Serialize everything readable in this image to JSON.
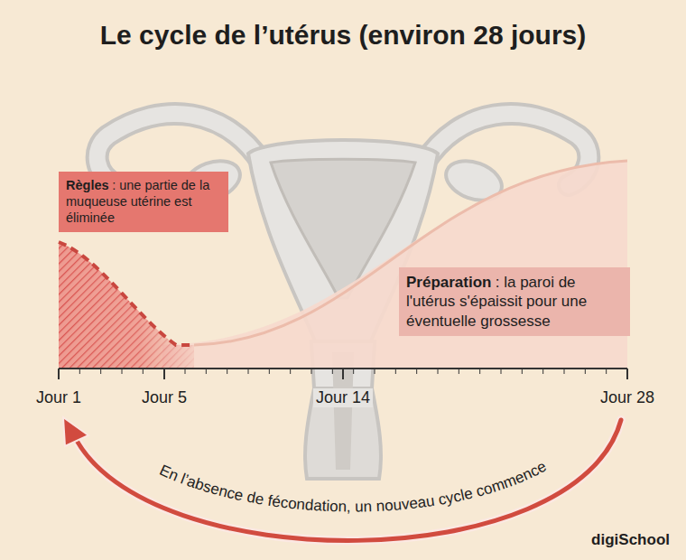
{
  "diagram": {
    "title": "Le cycle de l’utérus (environ 28 jours)",
    "nodes": [
      {
        "text": [
          "Règles",
          ": une partie de la muqueuse utérine est éliminée"
        ]
      },
      {
        "text": [
          "Préparation",
          ": la paroi de l'utérus s'épaissit pour une éventuelle grossesse"
        ]
      }
    ],
    "labels": [
      "Jour 1",
      "Jour 5",
      "Jour 14",
      "Jour 28",
      "En l’absence de fécondation, un nouveau cycle commence",
      "digiSchool"
    ]
  }
}
